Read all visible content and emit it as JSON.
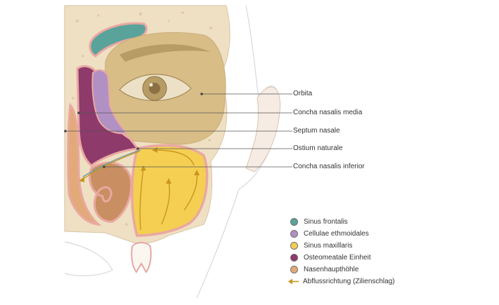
{
  "callouts": [
    {
      "label": "Orbita"
    },
    {
      "label": "Concha nasalis media"
    },
    {
      "label": "Septum nasale"
    },
    {
      "label": "Ostium naturale"
    },
    {
      "label": "Concha nasalis inferior"
    }
  ],
  "legend": [
    {
      "label": "Sinus frontalis",
      "color": "#5aa39b"
    },
    {
      "label": "Cellulae ethmoidales",
      "color": "#b191c4"
    },
    {
      "label": "Sinus maxillaris",
      "color": "#f4cf52"
    },
    {
      "label": "Osteomeatale Einheit",
      "color": "#8e3a6b"
    },
    {
      "label": "Nasenhaupthöhle",
      "color": "#e2aa78"
    },
    {
      "label": "Abflussrichtung (Zilienschlag)",
      "color": "#c8961e",
      "icon": "arrow-left-icon"
    }
  ]
}
